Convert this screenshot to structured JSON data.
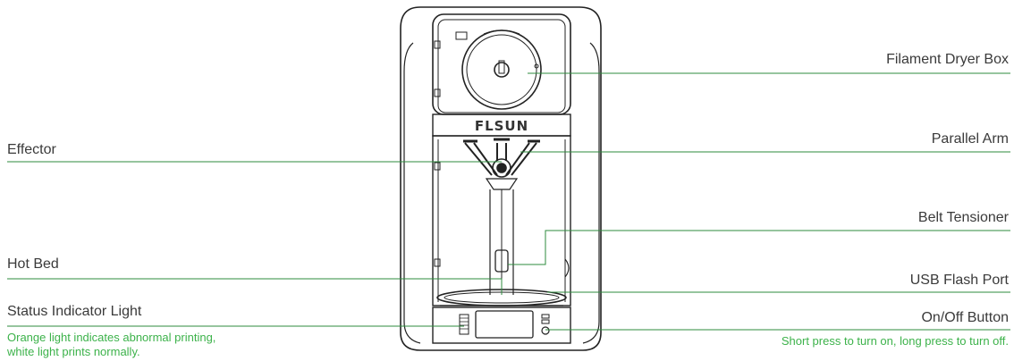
{
  "colors": {
    "leader_line": "#2e8b3e",
    "note_text": "#3cb24a",
    "label_text": "#3a3a3a",
    "printer_stroke": "#222222"
  },
  "printer": {
    "logo": "FLSUN"
  },
  "labels_left": [
    {
      "id": "effector",
      "text": "Effector"
    },
    {
      "id": "hot-bed",
      "text": "Hot Bed"
    },
    {
      "id": "status-indicator-light",
      "text": "Status Indicator Light",
      "note_lines": [
        "Orange light indicates abnormal printing,",
        "white light prints normally."
      ]
    }
  ],
  "labels_right": [
    {
      "id": "filament-dryer-box",
      "text": "Filament Dryer Box"
    },
    {
      "id": "parallel-arm",
      "text": "Parallel Arm"
    },
    {
      "id": "belt-tensioner",
      "text": "Belt Tensioner"
    },
    {
      "id": "usb-flash-port",
      "text": "USB Flash Port"
    },
    {
      "id": "on-off-button",
      "text": "On/Off Button",
      "note_lines": [
        "Short press to turn on, long press to turn off."
      ]
    }
  ]
}
